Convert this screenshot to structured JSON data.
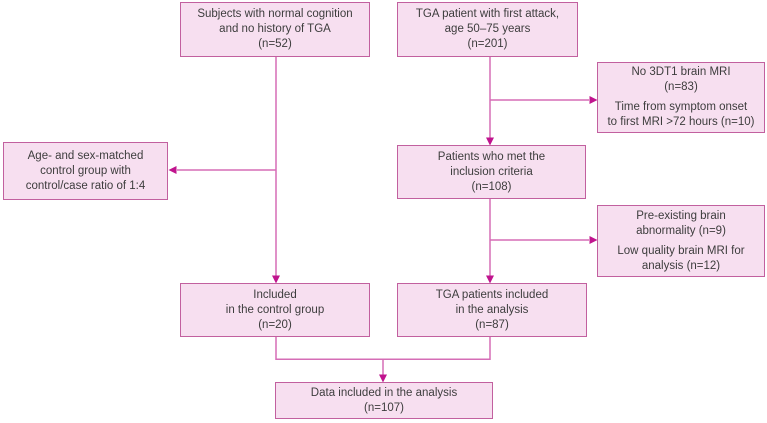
{
  "diagram": {
    "type": "flowchart",
    "description": "Study subject selection flow diagram for TGA patients and controls",
    "colors": {
      "box_fill": "#f7dff0",
      "box_border": "#c2609f",
      "line": "#d56db6",
      "arrow": "#c0148e",
      "text": "#3d3d3d"
    },
    "nodes": {
      "subjects": {
        "lines": [
          "Subjects with normal cognition",
          "and no history of TGA",
          "(n=52)"
        ]
      },
      "tga_patients": {
        "lines": [
          "TGA patient with first attack,",
          "age 50–75 years",
          "(n=201)"
        ]
      },
      "exclusion1": {
        "paragraphs": [
          [
            "No 3DT1 brain MRI",
            "(n=83)"
          ],
          [
            "Time from symptom onset",
            "to first MRI >72 hours (n=10)"
          ]
        ]
      },
      "control_group": {
        "lines": [
          "Age- and sex-matched",
          "control group with",
          "control/case ratio of 1:4"
        ]
      },
      "inclusion": {
        "lines": [
          "Patients who met the",
          "inclusion criteria",
          "(n=108)"
        ]
      },
      "exclusion2": {
        "paragraphs": [
          [
            "Pre-existing brain",
            "abnormality (n=9)"
          ],
          [
            "Low quality brain MRI for",
            "analysis (n=12)"
          ]
        ]
      },
      "included_control": {
        "lines": [
          "Included",
          "in the control group",
          "(n=20)"
        ]
      },
      "tga_included": {
        "lines": [
          "TGA patients included",
          "in the analysis",
          "(n=87)"
        ]
      },
      "data_included": {
        "lines": [
          "Data included in the analysis",
          "(n=107)"
        ]
      }
    }
  }
}
